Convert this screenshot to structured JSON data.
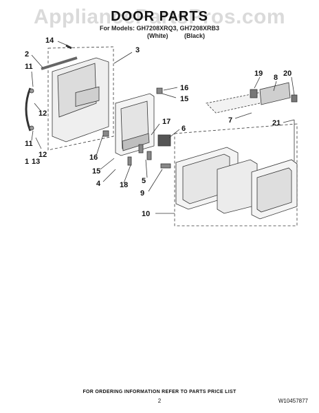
{
  "watermark": "AppliancePartsPros.com",
  "title": "DOOR PARTS",
  "subtitle": "For Models: GH7208XRQ3, GH7208XRB3",
  "color_left": "(White)",
  "color_right": "(Black)",
  "callouts": {
    "c1": "1",
    "c2": "2",
    "c3": "3",
    "c4": "4",
    "c5": "5",
    "c6": "6",
    "c7": "7",
    "c8": "8",
    "c9": "9",
    "c10": "10",
    "c11a": "11",
    "c11b": "11",
    "c12a": "12",
    "c12b": "12",
    "c13": "13",
    "c14": "14",
    "c15a": "15",
    "c15b": "15",
    "c16a": "16",
    "c16b": "16",
    "c17": "17",
    "c18": "18",
    "c19": "19",
    "c20": "20",
    "c21": "21"
  },
  "footer_note": "FOR ORDERING INFORMATION REFER TO PARTS PRICE LIST",
  "page_number": "2",
  "document_number": "W10457877",
  "colors": {
    "line": "#333333",
    "fill": "#d9d9d9",
    "watermark": "#bdbdbd"
  }
}
